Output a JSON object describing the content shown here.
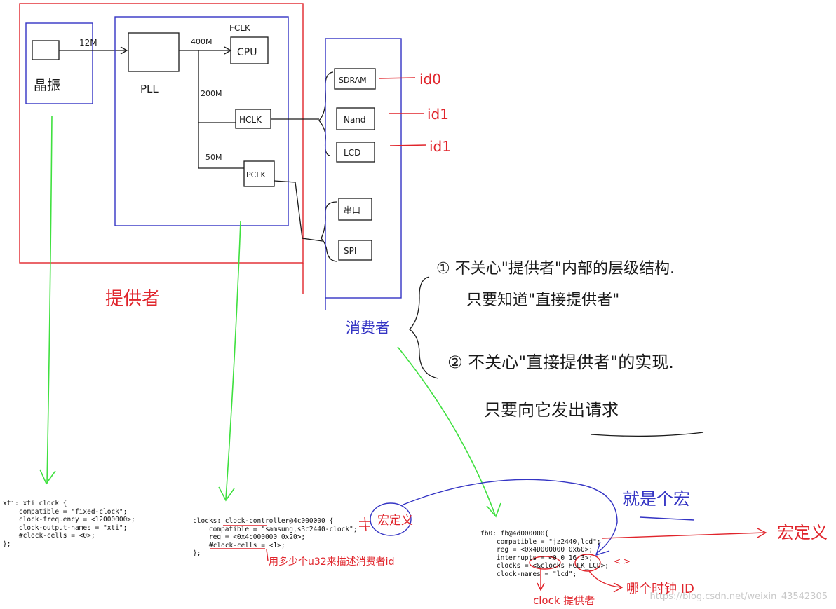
{
  "colors": {
    "red": "#e0242b",
    "blue": "#3434c4",
    "green": "#3fe03f",
    "ink": "#1a1a1a"
  },
  "diagram": {
    "oscillator_label": "晶振",
    "freq_12m": "12M",
    "pll_label": "PLL",
    "freq_400m": "400M",
    "fclk_label": "FCLK",
    "cpu_label": "CPU",
    "freq_200m": "200M",
    "hclk_label": "HCLK",
    "freq_50m": "50M",
    "pclk_label": "PCLK",
    "consumers": [
      "SDRAM",
      "Nand",
      "LCD",
      "串口",
      "SPI"
    ],
    "ids": [
      "id0",
      "id1",
      "id1"
    ],
    "provider_label": "提供者",
    "consumer_label": "消费者",
    "note_line1": "① 不关心\"提供者\"内部的层级结构.",
    "note_line2": "只要知道\"直接提供者\"",
    "note_line3": "② 不关心\"直接提供者\"的实现.",
    "note_line4": "只要向它发出请求",
    "macro_label": "宏定义",
    "macro_note": "就是个宏",
    "cells_note": "用多少个u32来描述消费者id",
    "clock_provider_note": "clock 提供者",
    "which_clock_note": "哪个时钟 ID",
    "open_close_mark": "<  >"
  },
  "code": {
    "xti": [
      "xti: xti_clock {",
      "    compatible = \"fixed-clock\";",
      "    clock-frequency = <12000000>;",
      "    clock-output-names = \"xti\";",
      "    #clock-cells = <0>;",
      "};"
    ],
    "clocks": [
      "clocks: clock-controller@4c000000 {",
      "    compatible = \"samsung,s3c2440-clock\";",
      "    reg = <0x4c000000 0x20>;",
      "    #clock-cells = <1>;",
      "};"
    ],
    "fb0": [
      "fb0: fb@4d000000{",
      "    compatible = \"jz2440,lcd\";",
      "    reg = <0x4D000000 0x60>;",
      "    interrupts = <0 0 16 3>;",
      "    clocks = <&clocks HCLK_LCD>;",
      "    clock-names = \"lcd\";"
    ]
  },
  "watermark": "https://blog.csdn.net/weixin_43542305"
}
